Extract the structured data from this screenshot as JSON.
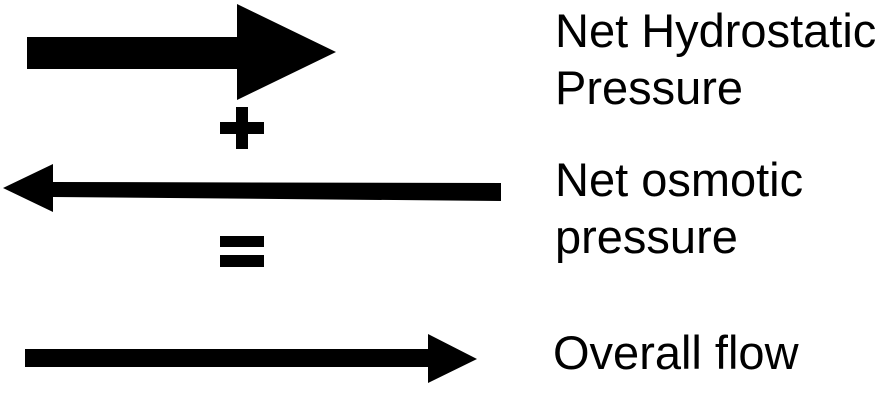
{
  "diagram": {
    "background_color": "#ffffff",
    "ink_color": "#000000",
    "terms": {
      "hydrostatic": {
        "arrow_direction": "right",
        "label_line1": "Net Hydrostatic",
        "label_line2": "Pressure"
      },
      "osmotic": {
        "arrow_direction": "left",
        "label_line1": "Net osmotic",
        "label_line2": "pressure"
      },
      "overall": {
        "arrow_direction": "right",
        "label_line1": "Overall flow"
      }
    },
    "operators": {
      "plus": "+",
      "equals": "="
    }
  }
}
